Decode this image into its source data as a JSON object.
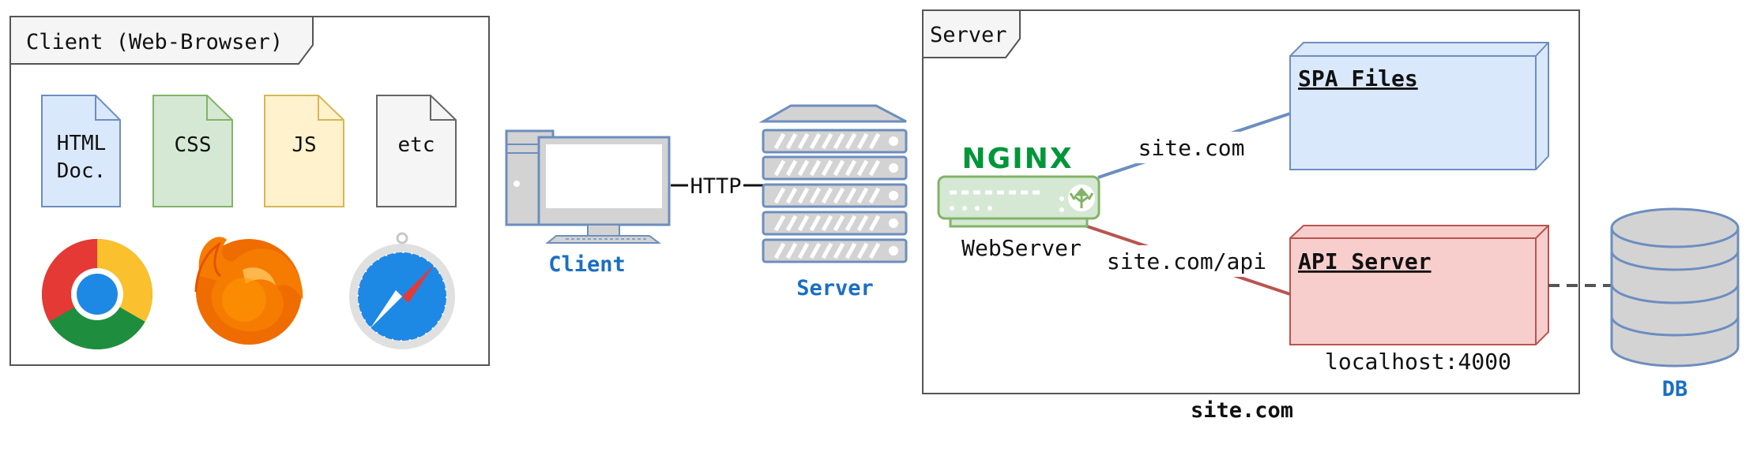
{
  "client_frame": {
    "title": "Client (Web-Browser)",
    "files": [
      {
        "label_line1": "HTML",
        "label_line2": "Doc.",
        "fill": "#dae8fc",
        "stroke": "#6c8ebf"
      },
      {
        "label": "CSS",
        "fill": "#d5e8d4",
        "stroke": "#82b366"
      },
      {
        "label": "JS",
        "fill": "#fff2cc",
        "stroke": "#d6b656"
      },
      {
        "label": "etc",
        "fill": "#f5f5f5",
        "stroke": "#666666"
      }
    ],
    "browsers": [
      "chrome-icon",
      "firefox-icon",
      "safari-icon"
    ]
  },
  "client_node": {
    "label": "Client",
    "icon": "desktop-computer-icon"
  },
  "connection": {
    "label": "HTTP"
  },
  "server_node": {
    "label": "Server",
    "icon": "server-rack-icon"
  },
  "server_frame": {
    "title": "Server",
    "caption": "site.com",
    "webserver": {
      "logo": "NGINX",
      "label": "WebServer",
      "icon": "router-icon"
    },
    "routes": [
      {
        "label": "site.com",
        "target": "SPA Files",
        "stroke": "#6c8ebf"
      },
      {
        "label": "site.com/api",
        "target": "API Server",
        "stroke": "#b85450"
      }
    ],
    "spa_box": {
      "label": "SPA Files",
      "fill": "#dae8fc",
      "stroke": "#6c8ebf"
    },
    "api_box": {
      "label": "API Server",
      "sublabel": "localhost:4000",
      "fill": "#f8cecc",
      "stroke": "#b85450"
    }
  },
  "db": {
    "label": "DB",
    "icon": "database-icon"
  },
  "colors": {
    "accent_blue": "#1a6fc4",
    "frame_stroke": "#555555",
    "nginx_green": "#009639",
    "device_fill": "#d3d3d3",
    "device_stroke": "#6c8ebf"
  }
}
